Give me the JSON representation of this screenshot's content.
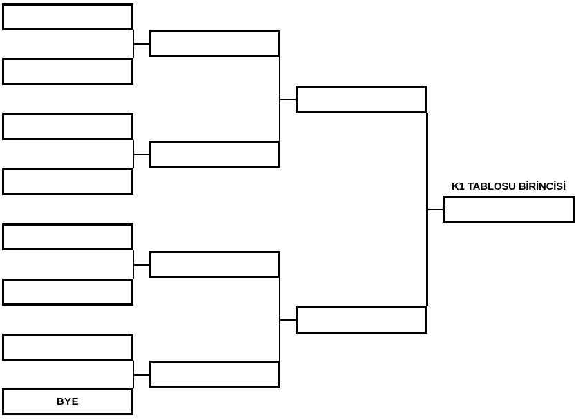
{
  "diagram": {
    "type": "tournament-bracket",
    "champion_label": "K1 TABLOSU BİRİNCİSİ",
    "colors": {
      "line": "#000000",
      "box_border": "#000000",
      "background": "#ffffff",
      "text": "#000000"
    },
    "rounds": [
      {
        "name": "round-1",
        "slots": [
          "",
          "",
          "",
          "",
          "",
          "",
          "",
          "BYE"
        ]
      },
      {
        "name": "round-2",
        "slots": [
          "",
          "",
          "",
          ""
        ]
      },
      {
        "name": "semifinal",
        "slots": [
          "",
          ""
        ]
      },
      {
        "name": "final",
        "slots": [
          ""
        ]
      }
    ]
  }
}
